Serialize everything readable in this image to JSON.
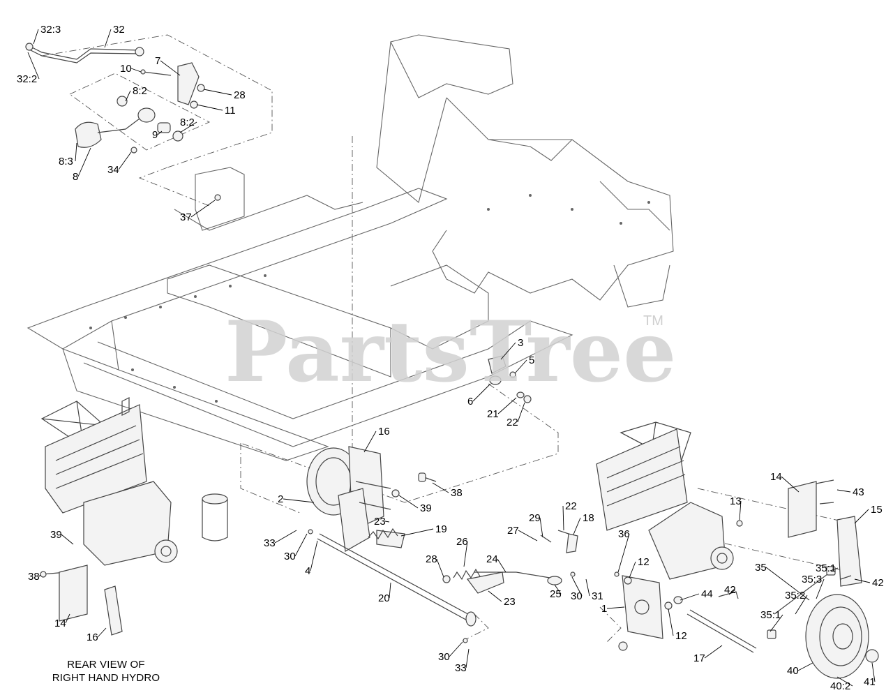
{
  "watermark": {
    "brand": "PartsTree",
    "trademark": "TM"
  },
  "caption": {
    "line1": "REAR VIEW OF",
    "line2": "RIGHT HAND HYDRO"
  },
  "callouts": [
    {
      "id": "c-32-3",
      "text": "32:3"
    },
    {
      "id": "c-32",
      "text": "32"
    },
    {
      "id": "c-32-2",
      "text": "32:2"
    },
    {
      "id": "c-7",
      "text": "7"
    },
    {
      "id": "c-10",
      "text": "10"
    },
    {
      "id": "c-8-2a",
      "text": "8:2"
    },
    {
      "id": "c-28a",
      "text": "28"
    },
    {
      "id": "c-11",
      "text": "11"
    },
    {
      "id": "c-8-2b",
      "text": "8:2"
    },
    {
      "id": "c-9",
      "text": "9"
    },
    {
      "id": "c-8-3",
      "text": "8:3"
    },
    {
      "id": "c-8",
      "text": "8"
    },
    {
      "id": "c-34",
      "text": "34"
    },
    {
      "id": "c-37",
      "text": "37"
    },
    {
      "id": "c-3",
      "text": "3"
    },
    {
      "id": "c-5",
      "text": "5"
    },
    {
      "id": "c-6",
      "text": "6"
    },
    {
      "id": "c-21",
      "text": "21"
    },
    {
      "id": "c-22a",
      "text": "22"
    },
    {
      "id": "c-16a",
      "text": "16"
    },
    {
      "id": "c-38a",
      "text": "38"
    },
    {
      "id": "c-2",
      "text": "2"
    },
    {
      "id": "c-39a",
      "text": "39"
    },
    {
      "id": "c-23a",
      "text": "23"
    },
    {
      "id": "c-19",
      "text": "19"
    },
    {
      "id": "c-33a",
      "text": "33"
    },
    {
      "id": "c-30a",
      "text": "30"
    },
    {
      "id": "c-4",
      "text": "4"
    },
    {
      "id": "c-29",
      "text": "29"
    },
    {
      "id": "c-27",
      "text": "27"
    },
    {
      "id": "c-22b",
      "text": "22"
    },
    {
      "id": "c-18",
      "text": "18"
    },
    {
      "id": "c-26",
      "text": "26"
    },
    {
      "id": "c-28b",
      "text": "28"
    },
    {
      "id": "c-24",
      "text": "24"
    },
    {
      "id": "c-20",
      "text": "20"
    },
    {
      "id": "c-23b",
      "text": "23"
    },
    {
      "id": "c-25",
      "text": "25"
    },
    {
      "id": "c-30b",
      "text": "30"
    },
    {
      "id": "c-31",
      "text": "31"
    },
    {
      "id": "c-36",
      "text": "36"
    },
    {
      "id": "c-12a",
      "text": "12"
    },
    {
      "id": "c-30c",
      "text": "30"
    },
    {
      "id": "c-33b",
      "text": "33"
    },
    {
      "id": "c-14a",
      "text": "14"
    },
    {
      "id": "c-43",
      "text": "43"
    },
    {
      "id": "c-13",
      "text": "13"
    },
    {
      "id": "c-15",
      "text": "15"
    },
    {
      "id": "c-35",
      "text": "35"
    },
    {
      "id": "c-35-1a",
      "text": "35:1"
    },
    {
      "id": "c-35-3",
      "text": "35:3"
    },
    {
      "id": "c-42a",
      "text": "42"
    },
    {
      "id": "c-35-2",
      "text": "35:2"
    },
    {
      "id": "c-44",
      "text": "44"
    },
    {
      "id": "c-42b",
      "text": "42"
    },
    {
      "id": "c-1",
      "text": "1"
    },
    {
      "id": "c-12b",
      "text": "12"
    },
    {
      "id": "c-35-1b",
      "text": "35:1"
    },
    {
      "id": "c-17",
      "text": "17"
    },
    {
      "id": "c-40",
      "text": "40"
    },
    {
      "id": "c-40-2",
      "text": "40:2"
    },
    {
      "id": "c-41",
      "text": "41"
    },
    {
      "id": "c-39b",
      "text": "39"
    },
    {
      "id": "c-38b",
      "text": "38"
    },
    {
      "id": "c-14b",
      "text": "14"
    },
    {
      "id": "c-16b",
      "text": "16"
    }
  ]
}
